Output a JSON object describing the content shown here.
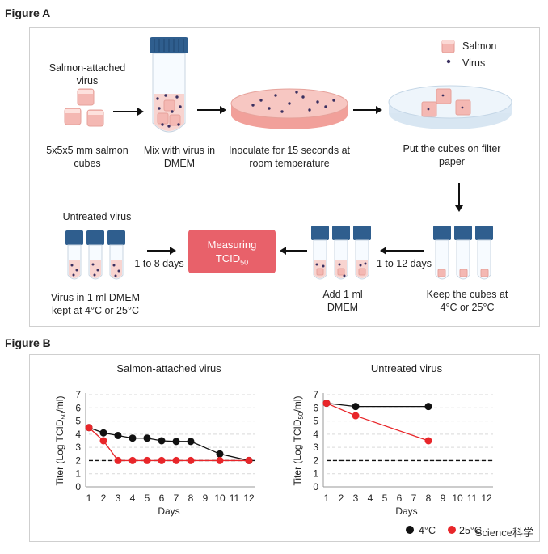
{
  "figure_a": {
    "label": "Figure A",
    "legend": {
      "salmon": "Salmon",
      "virus": "Virus"
    },
    "steps": {
      "salmon_attached": "Salmon-attached virus",
      "cubes": "5x5x5 mm salmon cubes",
      "mix": "Mix with virus in DMEM",
      "inoculate": "Inoculate for 15 seconds at room temperature",
      "filter": "Put the cubes on filter paper",
      "keep": "Keep the cubes at 4°C or 25°C",
      "add_dmem": "Add 1 ml DMEM",
      "days_12": "1 to 12 days",
      "measuring_line1": "Measuring",
      "measuring_tcid": "TCID",
      "measuring_sub": "50",
      "days_8": "1 to 8 days",
      "untreated": "Untreated virus",
      "virus_dmem": "Virus in 1 ml DMEM kept at 4°C or 25°C"
    }
  },
  "figure_b": {
    "label": "Figure B",
    "legend": {
      "black": "4°C",
      "red": "25°C"
    },
    "watermark": "Science科学"
  },
  "colors": {
    "black_series": "#111111",
    "red_series": "#e8262a",
    "accent": "#e8616a",
    "cap": "#2f5e8e"
  },
  "chart_data": [
    {
      "type": "line",
      "title": "Salmon-attached virus",
      "xlabel": "Days",
      "ylabel": "Titer (Log TCID50/ml)",
      "xlim": [
        1,
        12
      ],
      "ylim": [
        0,
        7
      ],
      "xticks": [
        1,
        2,
        3,
        4,
        5,
        6,
        7,
        8,
        9,
        10,
        11,
        12
      ],
      "yticks": [
        0,
        1,
        2,
        3,
        4,
        5,
        6,
        7
      ],
      "threshold": 2,
      "grid": true,
      "series": [
        {
          "name": "4°C",
          "color": "#111111",
          "x": [
            1,
            2,
            3,
            4,
            5,
            6,
            7,
            8,
            10,
            12
          ],
          "y": [
            4.5,
            4.1,
            3.9,
            3.7,
            3.7,
            3.5,
            3.45,
            3.45,
            2.5,
            2.0
          ]
        },
        {
          "name": "25°C",
          "color": "#e8262a",
          "x": [
            1,
            2,
            3,
            4,
            5,
            6,
            7,
            8,
            10,
            12
          ],
          "y": [
            4.5,
            3.5,
            2.0,
            2.0,
            2.0,
            2.0,
            2.0,
            2.0,
            2.0,
            2.0
          ]
        }
      ]
    },
    {
      "type": "line",
      "title": "Untreated virus",
      "xlabel": "Days",
      "ylabel": "Titer (Log TCID50/ml)",
      "xlim": [
        1,
        12
      ],
      "ylim": [
        0,
        7
      ],
      "xticks": [
        1,
        2,
        3,
        4,
        5,
        6,
        7,
        8,
        9,
        10,
        11,
        12
      ],
      "yticks": [
        0,
        1,
        2,
        3,
        4,
        5,
        6,
        7
      ],
      "threshold": 2,
      "grid": true,
      "series": [
        {
          "name": "4°C",
          "color": "#111111",
          "x": [
            1,
            3,
            8
          ],
          "y": [
            6.35,
            6.1,
            6.1
          ]
        },
        {
          "name": "25°C",
          "color": "#e8262a",
          "x": [
            1,
            3,
            8
          ],
          "y": [
            6.35,
            5.4,
            3.5
          ]
        }
      ]
    }
  ]
}
